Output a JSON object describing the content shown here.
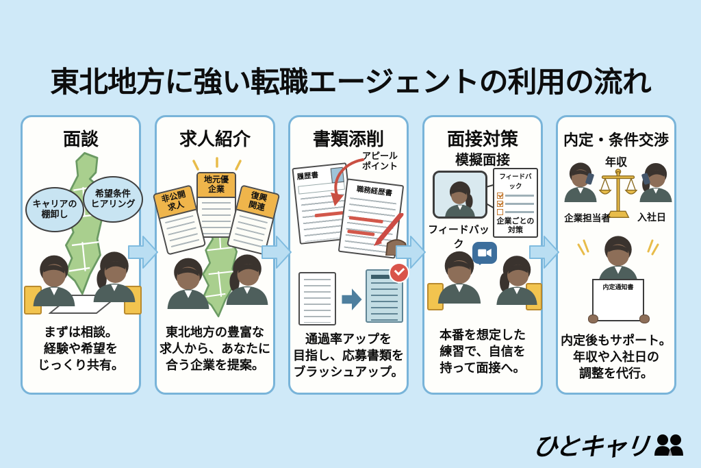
{
  "page": {
    "title": "東北地方に強い転職エージェントの利用の流れ"
  },
  "colors": {
    "background": "#cfe9f8",
    "card_border": "#79b4d9",
    "arrow_fill": "#badef2",
    "map_green": "#a9cf8e",
    "accent_orange": "#efb54b",
    "accent_red": "#d2574a",
    "scale_gold": "#e8bc4a"
  },
  "steps": [
    {
      "title": "面談",
      "bubble1": "キャリアの\n棚卸し",
      "bubble2": "希望条件\nヒアリング",
      "desc": "まずは相談。\n経験や希望を\nじっくり共有。"
    },
    {
      "title": "求人紹介",
      "card1": "非公開\n求人",
      "card2": "地元優\n企業",
      "card3": "復興\n関連",
      "desc": "東北地方の豊富な\n求人から、あなたに\n合う企業を提案。"
    },
    {
      "title": "書類添削",
      "doc1": "履歴書",
      "doc2": "職務経歴書",
      "appeal": "アピール\nポイント",
      "desc": "通過率アップを\n目指し、応募書類を\nブラッシュアップ。"
    },
    {
      "title": "面接対策",
      "subtitle": "模擬面接",
      "feedback_label": "フィードバック",
      "note_title": "フィードバック",
      "note_footer": "企業ごとの\n対策",
      "desc": "本番を想定した\n練習で、自信を\n持って面接へ。"
    },
    {
      "title": "内定・条件交渉",
      "salary": "年収",
      "left_label": "企業担当者",
      "right_label": "入社日",
      "paper": "内定通知書",
      "desc": "内定後もサポート。\n年収や入社日の\n調整を代行。"
    }
  ],
  "footer": {
    "logo_text": "ひとキャリ"
  }
}
